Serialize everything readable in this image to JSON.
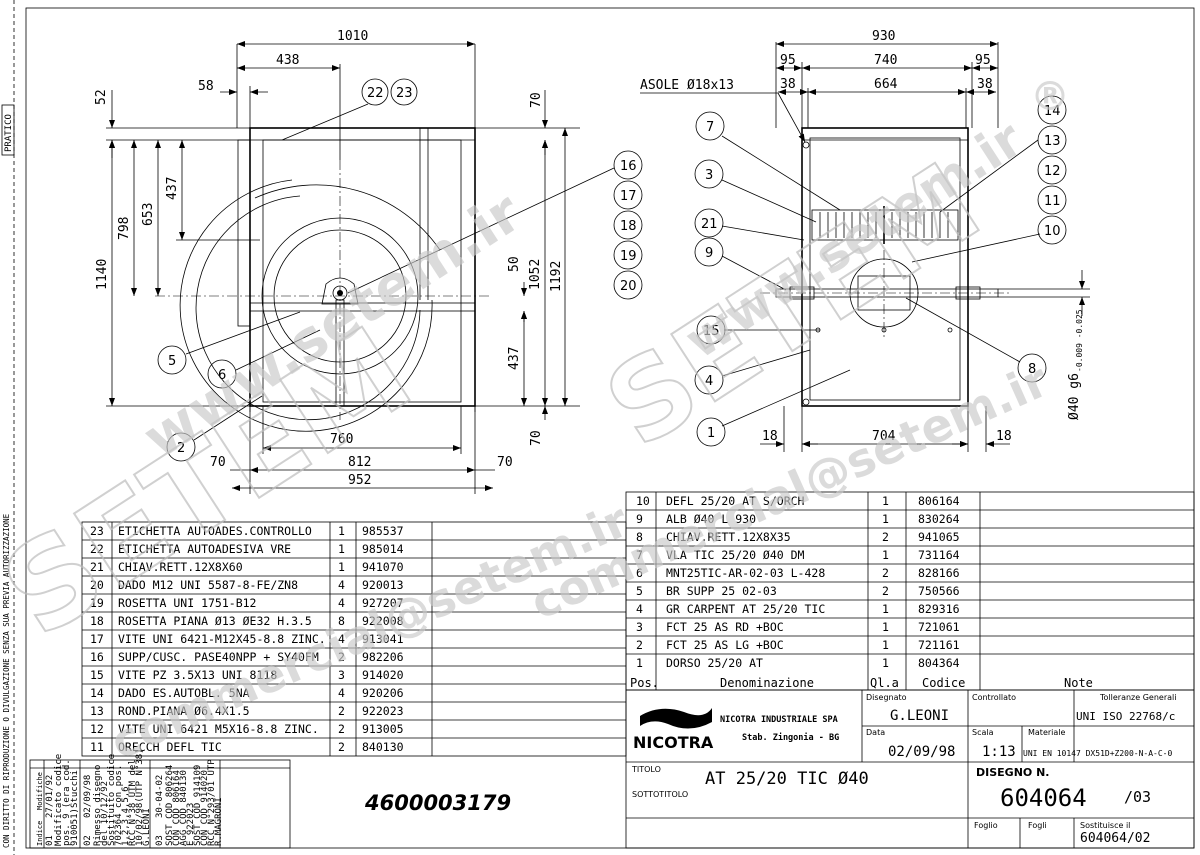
{
  "front_view": {
    "dims": {
      "overall_width": "1010",
      "half_width": "438",
      "side_offset": "58",
      "top_offset": "52",
      "top_right": "70",
      "height_total": "1140",
      "height_798": "798",
      "height_653": "653",
      "height_437_top": "437",
      "center_50": "50",
      "height_1052": "1052",
      "height_1192": "1192",
      "height_437_bottom": "437",
      "bottom_right": "70",
      "base_760": "760",
      "base_812": "812",
      "base_952": "952",
      "base_left_70": "70",
      "base_right_70": "70"
    },
    "balloons": [
      "22",
      "23",
      "5",
      "6",
      "2",
      "16",
      "17",
      "18",
      "19",
      "20"
    ]
  },
  "side_view": {
    "dims": {
      "overall_930": "930",
      "left_95": "95",
      "mid_740": "740",
      "right_95": "95",
      "left_38": "38",
      "mid_664": "664",
      "right_38": "38",
      "slots": "ASOLE Ø18x13",
      "bottom_18_left": "18",
      "bottom_704": "704",
      "bottom_18_right": "18",
      "shaft": "Ø40 g6"
    },
    "balloons": [
      "7",
      "3",
      "21",
      "9",
      "15",
      "4",
      "1",
      "14",
      "13",
      "12",
      "11",
      "10",
      "8"
    ]
  },
  "bom_left": [
    {
      "pos": "23",
      "desc": "ETICHETTA AUTOADES.CONTROLLO",
      "qty": "1",
      "code": "985537"
    },
    {
      "pos": "22",
      "desc": "ETICHETTA AUTOADESIVA VRE",
      "qty": "1",
      "code": "985014"
    },
    {
      "pos": "21",
      "desc": "CHIAV.RETT.12X8X60",
      "qty": "1",
      "code": "941070"
    },
    {
      "pos": "20",
      "desc": "DADO M12 UNI 5587-8-FE/ZN8",
      "qty": "4",
      "code": "920013"
    },
    {
      "pos": "19",
      "desc": "ROSETTA UNI 1751-B12",
      "qty": "4",
      "code": "927207"
    },
    {
      "pos": "18",
      "desc": "ROSETTA PIANA Ø13 ØE32 H.3.5",
      "qty": "8",
      "code": "922008"
    },
    {
      "pos": "17",
      "desc": "VITE UNI 6421-M12X45-8.8 ZINC.",
      "qty": "4",
      "code": "913041"
    },
    {
      "pos": "16",
      "desc": "SUPP/CUSC. PASE40NPP + SY40FM",
      "qty": "2",
      "code": "982206"
    },
    {
      "pos": "15",
      "desc": "VITE PZ 3.5X13 UNI 8118",
      "qty": "3",
      "code": "914020"
    },
    {
      "pos": "14",
      "desc": "DADO ES.AUTOBL. 5NA",
      "qty": "4",
      "code": "920206"
    },
    {
      "pos": "13",
      "desc": "ROND.PIANA Ø6.4X1.5",
      "qty": "2",
      "code": "922023"
    },
    {
      "pos": "12",
      "desc": "VITE UNI 6421 M5X16-8.8 ZINC.",
      "qty": "2",
      "code": "913005"
    },
    {
      "pos": "11",
      "desc": "ORECCH DEFL TIC",
      "qty": "2",
      "code": "840130"
    }
  ],
  "bom_right": [
    {
      "pos": "10",
      "desc": "DEFL 25/20 AT S/ORCH",
      "qty": "1",
      "code": "806164"
    },
    {
      "pos": "9",
      "desc": "ALB Ø40 L 930",
      "qty": "1",
      "code": "830264"
    },
    {
      "pos": "8",
      "desc": "CHIAV.RETT.12X8X35",
      "qty": "2",
      "code": "941065"
    },
    {
      "pos": "7",
      "desc": "VLA TIC 25/20 Ø40 DM",
      "qty": "1",
      "code": "731164"
    },
    {
      "pos": "6",
      "desc": "MNT25TIC-AR-02-03 L-428",
      "qty": "2",
      "code": "828166"
    },
    {
      "pos": "5",
      "desc": "BR SUPP 25 02-03",
      "qty": "2",
      "code": "750566"
    },
    {
      "pos": "4",
      "desc": "GR CARPENT AT 25/20 TIC",
      "qty": "1",
      "code": "829316"
    },
    {
      "pos": "3",
      "desc": "FCT 25 AS RD +BOC",
      "qty": "1",
      "code": "721061"
    },
    {
      "pos": "2",
      "desc": "FCT 25 AS LG +BOC",
      "qty": "1",
      "code": "721161"
    },
    {
      "pos": "1",
      "desc": "DORSO 25/20 AT",
      "qty": "1",
      "code": "804364"
    }
  ],
  "bom_header": {
    "pos": "Pos.",
    "desc": "Denominazione",
    "qty": "Ql.a",
    "code": "Codice",
    "note": "Note"
  },
  "title_block": {
    "company_name": "NICOTRA INDUSTRIALE SPA",
    "company_site": "Stab. Zingonia - BG",
    "logo_text": "NICOTRA",
    "designer_label": "Disegnato",
    "designer": "G.LEONI",
    "checked_label": "Controllato",
    "tolerance_label": "Tolleranze Generali",
    "tolerance": "UNI ISO 22768/c",
    "date_label": "Data",
    "date": "02/09/98",
    "scale_label": "Scala",
    "scale": "1:13",
    "material_label": "Materiale",
    "material": "UNI EN 10147 DX51D+Z200-N-A-C-0",
    "title_label": "TITOLO",
    "title": "AT 25/20 TIC Ø40",
    "subtitle_label": "SOTTOTITOLO",
    "drawing_no_label": "DISEGNO N.",
    "drawing_no": "604064",
    "revision": "/03",
    "sheet_label": "Foglio",
    "sheets_label": "Fogli",
    "replaces_label": "Sostituisce il",
    "replaces": "604064/02"
  },
  "revisions": {
    "index_label": "Indice",
    "changes_label": "Modifiche",
    "r01_index": "01",
    "r01_date": "27/01/92",
    "r01_text_1": "Modificato codice",
    "r01_text_2": "pos. 9 (era cod.",
    "r01_text_3": "910051)",
    "r01_text_4": "Stucchi",
    "r02_index": "02",
    "r02_date": "02/09/98",
    "r02_text_1": "Rimesso disegno",
    "r02_text_2": "del 10/12/92",
    "r02_text_3": "Sostituito codice",
    "r02_text_4": "702364 con pos.",
    "r02_text_5": "1,2,3,4,5,6",
    "r02_text_6": "RCC N°38 UTM del",
    "r02_text_7": "10/02/98(UTP N°38)",
    "r02_text_8": "G.LEONI",
    "r03_index": "03",
    "r03_date": "30-04-02",
    "r03_text_1": "SOST COD 806264",
    "r03_text_2": "CON COD 806164",
    "r03_text_3": "AGG COD 840130",
    "r03_text_4": "E 922023",
    "r03_text_5": "SOST COD 914109",
    "r03_text_6": "CON COD 914020",
    "r03_text_7": "RCC N°293/01 UTP",
    "r03_text_8": "R.MAGRONI"
  },
  "part_number": "4600003179",
  "left_margin_text": "CON DIRITTO DI RIPRODUZIONE O DIVULGAZIONE SENZA SUA PREVIA AUTORIZZAZIONE",
  "margin_corner": "PRATICO",
  "watermark": {
    "brand": "SETEM",
    "url": "www.setem.ir",
    "email": "commercial@setem.ir",
    "reg": "®"
  },
  "colors": {
    "line": "#000000",
    "watermark": "#c8c8c8",
    "paper": "#ffffff"
  }
}
